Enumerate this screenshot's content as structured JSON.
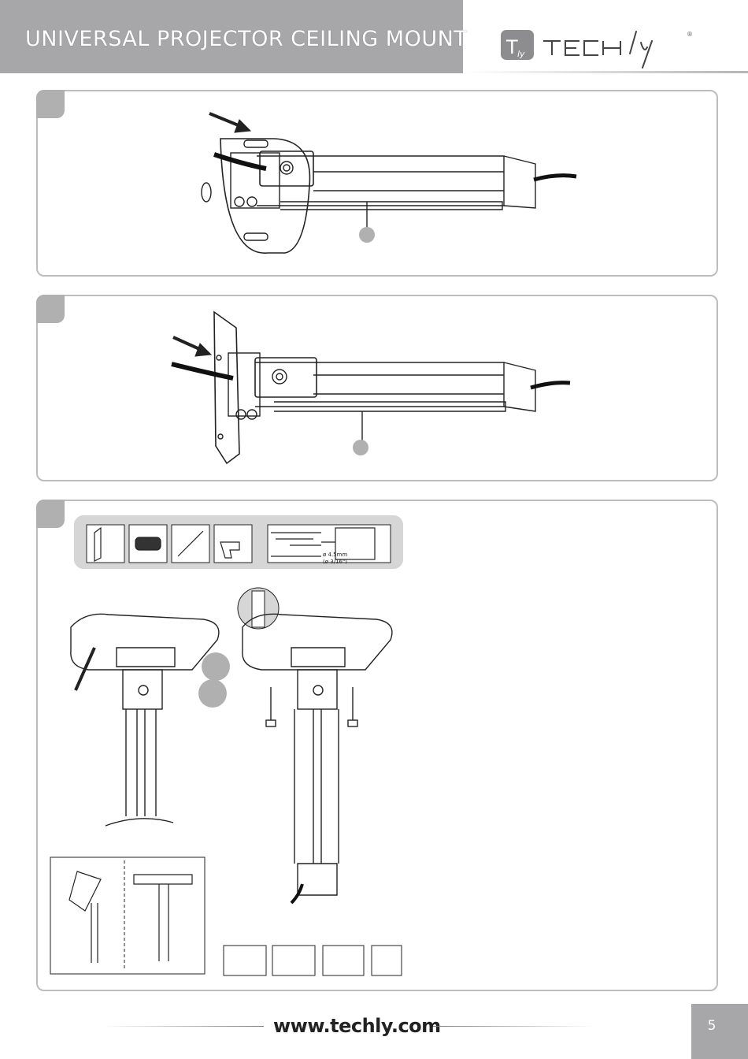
{
  "header": {
    "title": "UNIVERSAL PROJECTOR CEILING MOUNT"
  },
  "logo": {
    "text": "TECHly",
    "mark": "T",
    "mark_sub": "ly",
    "registered": "®"
  },
  "steps": [
    {
      "id": "step-1"
    },
    {
      "id": "step-2"
    },
    {
      "id": "step-3",
      "drill_sizes": [
        "ø 4.5mm",
        "(ø 3/16\")"
      ]
    }
  ],
  "footer": {
    "url": "www.techly.com",
    "page": "5"
  },
  "colors": {
    "header_gray": "#a7a7a9",
    "tab_gray": "#b0b0b0",
    "border_gray": "#bdbdbd"
  }
}
